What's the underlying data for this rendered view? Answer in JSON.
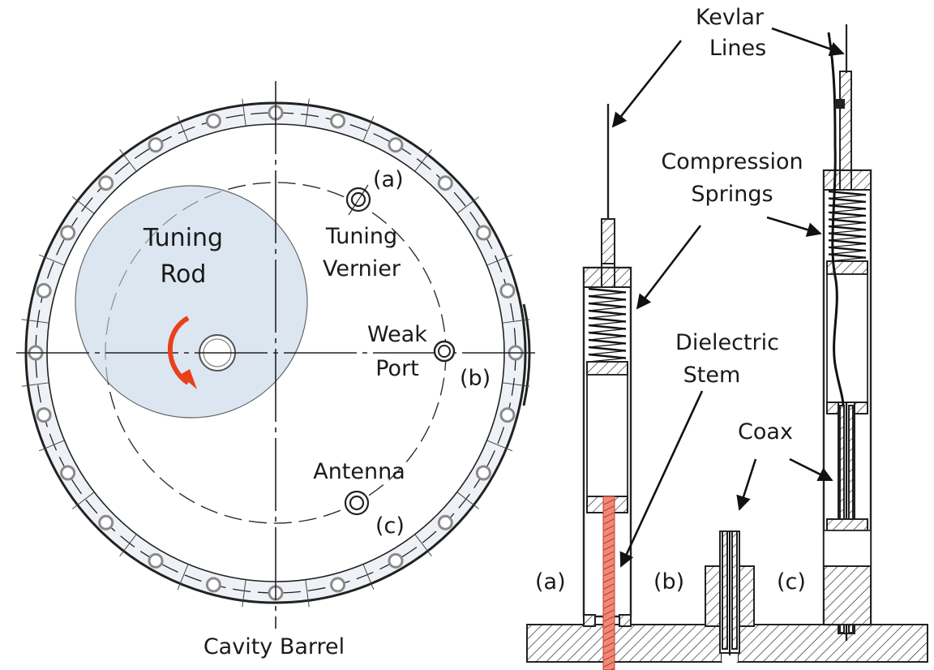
{
  "labels": {
    "tuning_rod_line1": "Tuning",
    "tuning_rod_line2": "Rod",
    "tuning_vernier_line1": "Tuning",
    "tuning_vernier_line2": "Vernier",
    "weak_port_line1": "Weak",
    "weak_port_line2": "Port",
    "antenna": "Antenna",
    "marker_a": "(a)",
    "marker_b": "(b)",
    "marker_c": "(c)",
    "cavity_barrel": "Cavity Barrel",
    "kevlar_line1": "Kevlar",
    "kevlar_line2": "Lines",
    "compression_line1": "Compression",
    "compression_line2": "Springs",
    "dielectric_line1": "Dielectric",
    "dielectric_line2": "Stem",
    "coax": "Coax",
    "section_a": "(a)",
    "section_b": "(b)",
    "section_c": "(c)"
  },
  "colors": {
    "tuning_rod_fill": "#dce6f1",
    "flange_ring_fill": "#eef2f7",
    "bolt_stroke": "#8a8a8a",
    "rotation_arrow": "#e8401c",
    "dielectric_stem": "#ee8a78"
  }
}
